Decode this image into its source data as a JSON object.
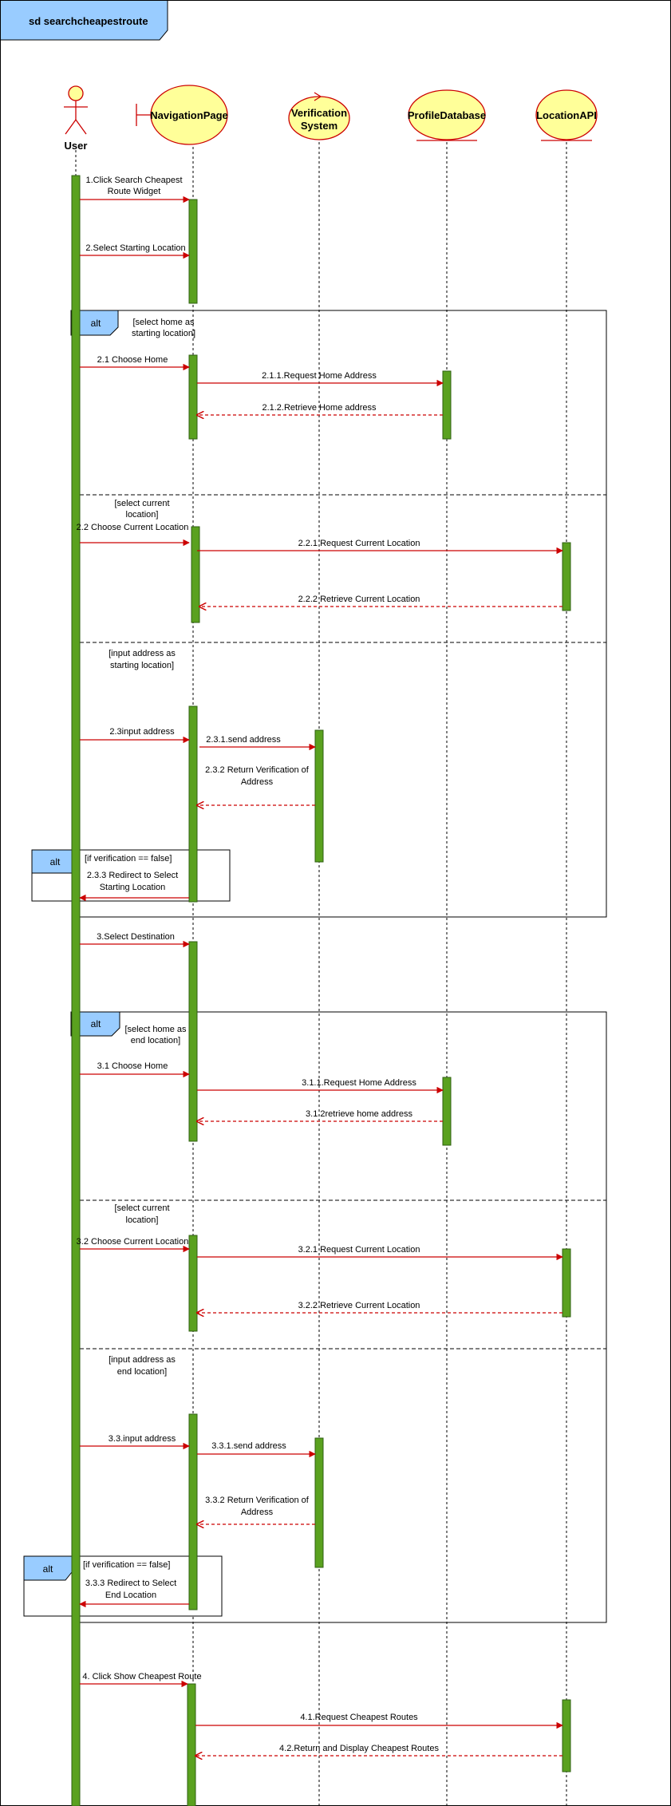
{
  "frame_title": "sd searchcheapestroute",
  "actors": {
    "user": "User",
    "navigation": "NavigationPage",
    "verification_line1": "Verification",
    "verification_line2": "System",
    "profile": "ProfileDatabase",
    "location": "LocationAPI"
  },
  "alt_tag": "alt",
  "guards": {
    "g1a": "[select home as",
    "g1b": "starting location]",
    "g2a": "[select current",
    "g2b": "location]",
    "g3a": "[input address as",
    "g3b": "starting location]",
    "g4": "[if verification == false]",
    "g5a": "[select home as",
    "g5b": "end location]",
    "g6a": "[select current",
    "g6b": "location]",
    "g7a": "[input address as",
    "g7b": "end location]",
    "g8": "[if verification == false]"
  },
  "messages": {
    "m1a": "1.Click Search Cheapest",
    "m1b": "Route Widget",
    "m2": "2.Select Starting Location",
    "m21": "2.1 Choose Home",
    "m211": "2.1.1.Request Home Address",
    "m212": "2.1.2.Retrieve Home address",
    "m22": "2.2 Choose Current Location",
    "m221": "2.2.1 Request Current Location",
    "m222": "2.2.2 Retrieve Current Location",
    "m23": "2.3input address",
    "m231": "2.3.1.send address",
    "m232a": "2.3.2 Return Verification of",
    "m232b": "Address",
    "m233a": "2.3.3 Redirect to Select",
    "m233b": "Starting Location",
    "m3": "3.Select Destination",
    "m31": "3.1 Choose Home",
    "m311": "3.1.1.Request Home Address",
    "m312": "3.1.2retrieve home address",
    "m32": "3.2 Choose Current Location",
    "m321": "3.2.1 Request Current Location",
    "m322": "3.2.2 Retrieve Current Location",
    "m33": "3.3.input address",
    "m331": "3.3.1.send address",
    "m332a": "3.3.2 Return Verification of",
    "m332b": "Address",
    "m333a": "3.3.3 Redirect to Select",
    "m333b": "End Location",
    "m4": "4. Click Show Cheapest Route",
    "m41": "4.1.Request Cheapest Routes",
    "m42": "4.2.Return and Display Cheapest Routes"
  },
  "colors": {
    "activation": "#5aa11f",
    "message": "#cc0000",
    "actor_fill": "#ffff99",
    "tag_fill": "#99ccff"
  }
}
